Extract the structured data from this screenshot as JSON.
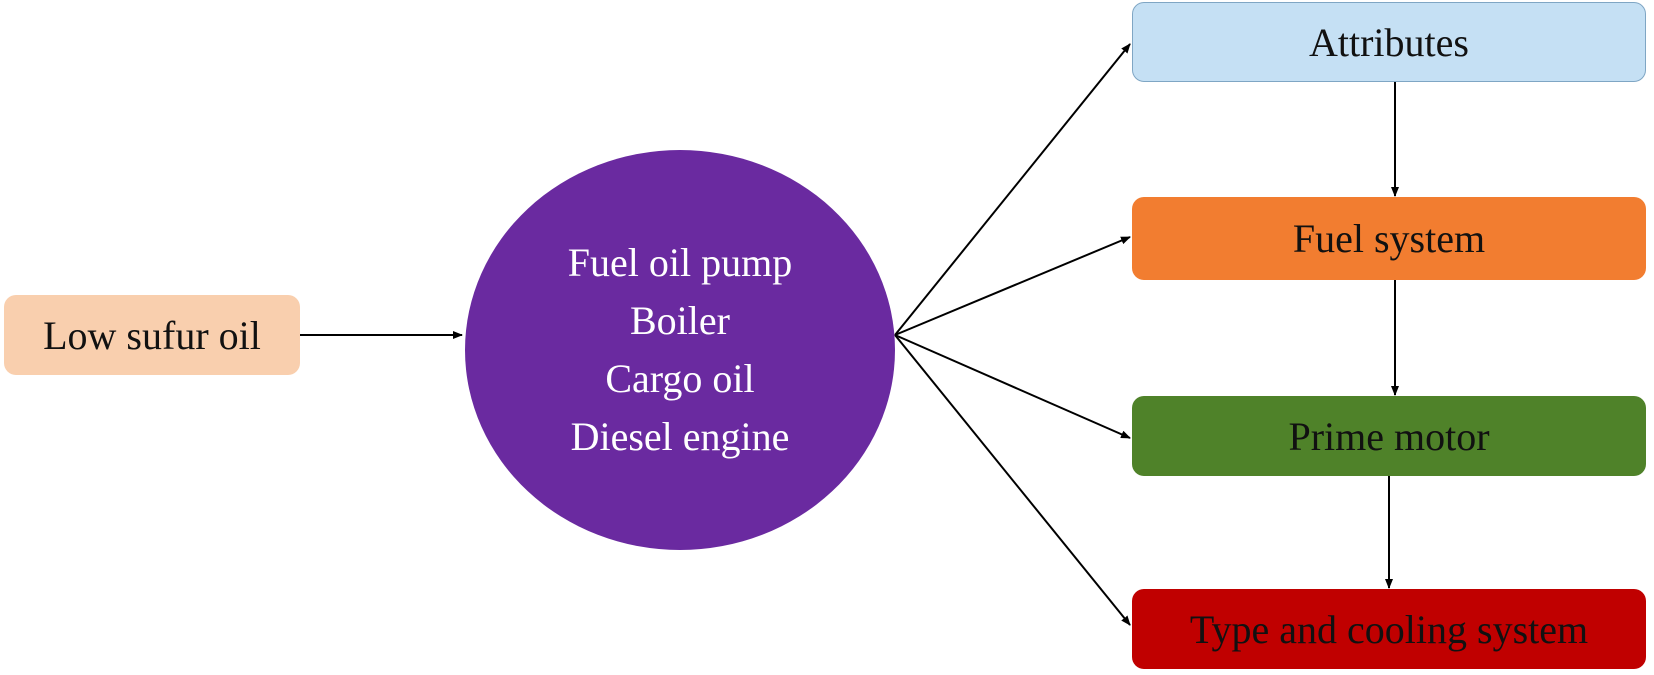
{
  "input": {
    "label": "Low sufur oil",
    "color": "#f9cfae"
  },
  "hub": {
    "lines": [
      "Fuel oil pump",
      "Boiler",
      "Cargo oil",
      "Diesel engine"
    ],
    "color": "#6a2aa0"
  },
  "outputs": {
    "attributes": {
      "label": "Attributes",
      "color": "#c5e0f4"
    },
    "fuel_system": {
      "label": "Fuel system",
      "color": "#f27d30"
    },
    "prime_motor": {
      "label": "Prime motor",
      "color": "#4f8229"
    },
    "type_cooling": {
      "label": "Type and cooling system",
      "color": "#c00000"
    }
  }
}
